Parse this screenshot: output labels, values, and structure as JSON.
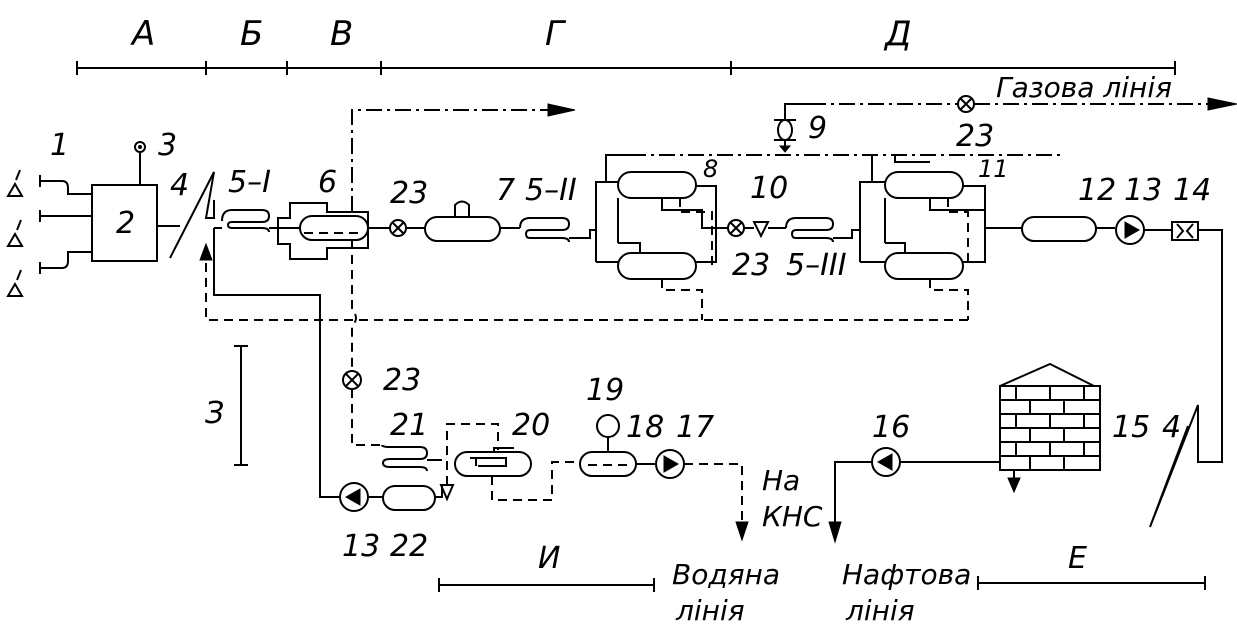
{
  "zones": {
    "a": "А",
    "b": "Б",
    "v": "В",
    "g": "Г",
    "d": "Д",
    "e": "Е",
    "z": "З",
    "i": "И"
  },
  "numbers": {
    "n1": "1",
    "n2": "2",
    "n3": "3",
    "n4_top": "4",
    "n5_1": "5–I",
    "n6": "6",
    "n23_a": "23",
    "n7": "7",
    "n5_2": "5–II",
    "n8": "8",
    "n9": "9",
    "n23_gas": "23",
    "n10": "10",
    "n23_b": "23",
    "n5_3": "5–III",
    "n11": "11",
    "n12": "12",
    "n13_top": "13",
    "n14": "14",
    "n23_c": "23",
    "n21": "21",
    "n20": "20",
    "n19": "19",
    "n18": "18",
    "n17": "17",
    "n16": "16",
    "n15": "15",
    "n4_bottom": "4",
    "n13_bottom": "13",
    "n22": "22"
  },
  "lines": {
    "gas": "Газова лінія",
    "water_1": "Водяна",
    "water_2": "лінія",
    "oil_1": "Нафтова",
    "oil_2": "лінія",
    "kns_1": "На",
    "kns_2": "КНС"
  }
}
